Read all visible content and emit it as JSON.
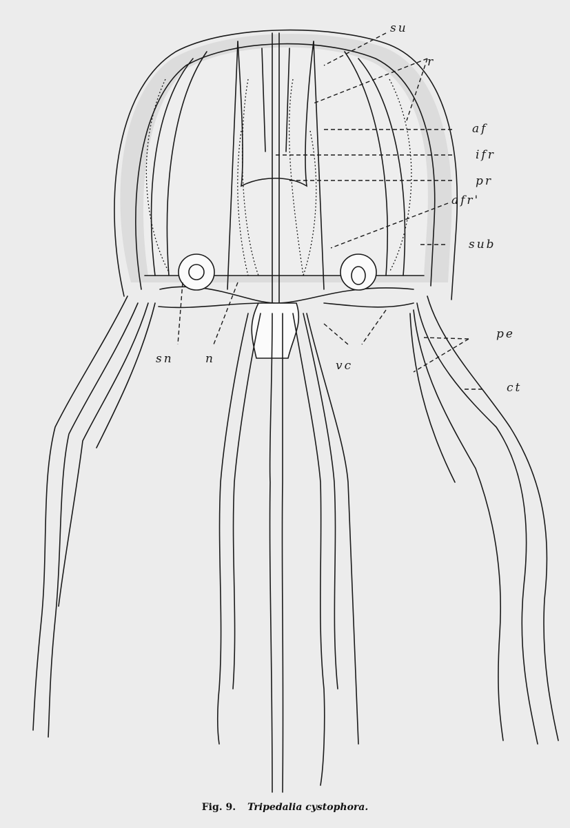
{
  "labels": {
    "su": "su",
    "r": "r",
    "af": "af",
    "ifr": "ifr",
    "pr": "pr",
    "afr_prime": "afr'",
    "sub": "sub",
    "pe": "pe",
    "ct": "ct",
    "sn": "sn",
    "n": "n",
    "vc": "vc"
  },
  "caption": {
    "figure_number": "Fig. 9.",
    "species": "Tripedalia cystophora."
  }
}
